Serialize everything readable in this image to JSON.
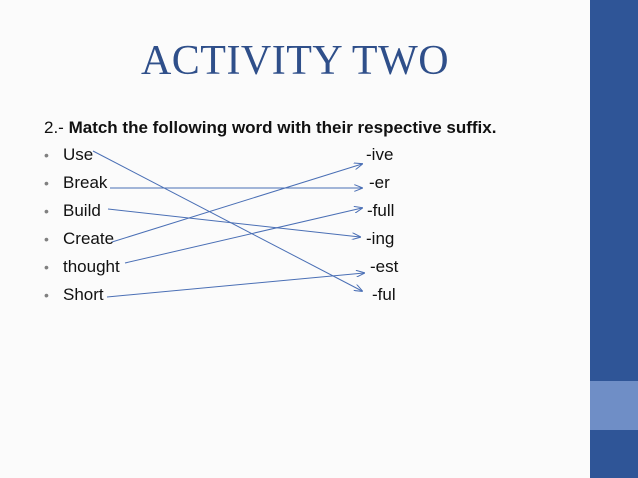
{
  "title": "ACTIVITY TWO",
  "instruction": {
    "number": "2.-",
    "text": "Match the following word with their respective suffix."
  },
  "bullet_symbol": "•",
  "words": [
    "Use",
    "Break",
    "Build",
    "Create",
    "thought",
    "Short"
  ],
  "suffixes": [
    "-ive",
    "-er",
    "-full",
    "-ing",
    "-est",
    "-ful"
  ],
  "matches": [
    {
      "word": "Use",
      "suffix": "-ful"
    },
    {
      "word": "Break",
      "suffix": "-er"
    },
    {
      "word": "Build",
      "suffix": "-ing"
    },
    {
      "word": "Create",
      "suffix": "-ive"
    },
    {
      "word": "thought",
      "suffix": "-full"
    },
    {
      "word": "Short",
      "suffix": "-est"
    }
  ],
  "colors": {
    "line": "#4a6fb5",
    "title": "#2f4f8a",
    "sidebar": "#2f5597",
    "sidebar_accent": "#6f8ec6"
  }
}
